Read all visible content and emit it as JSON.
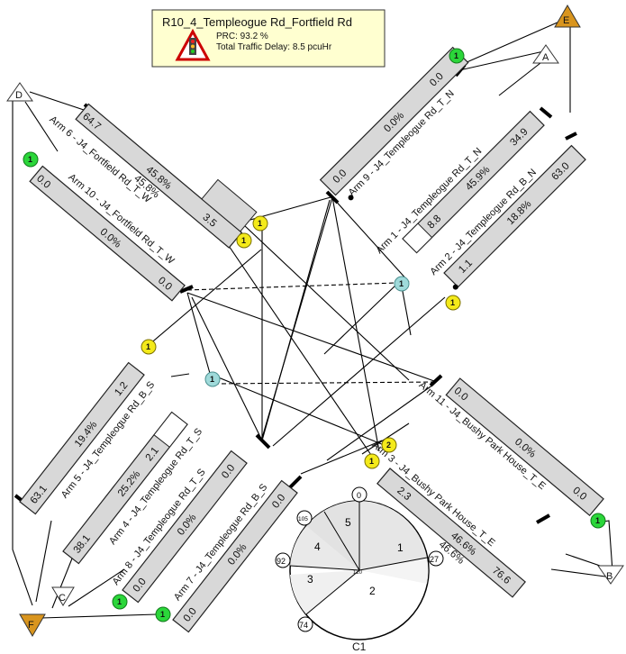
{
  "info_box": {
    "title": "R10_4_Templeogue Rd_Fortfield Rd",
    "prc": "PRC: 93.2 %",
    "delay": "Total Traffic Delay: 8.5 pcuHr"
  },
  "nodes": {
    "A": "A",
    "B": "B",
    "C": "C",
    "D": "D",
    "E": "E",
    "F": "F"
  },
  "arms": {
    "arm9": "Arm 9 - J4_Templeogue Rd_T_N",
    "arm1": "Arm 1 - J4_Templeogue Rd_T_N",
    "arm2": "Arm 2 - J4_Templeogue Rd_B_N",
    "arm6": "Arm 6 - J4_Fortfield Rd_T_W",
    "arm10": "Arm 10 - J4_Fortfield Rd_T_W",
    "arm5": "Arm 5 - J4_Templeogue Rd_B_S",
    "arm4": "Arm 4 - J4_Templeogue Rd_T_S",
    "arm8": "Arm 8 - J4_Templeogue Rd_T_S",
    "arm7": "Arm 7 - J4_Templeogue Rd_B_S",
    "arm11": "Arm 11 - J4_Bushy Park House_T_E",
    "arm3": "Arm 3 - J4_Bushy Park House_T_E"
  },
  "lanes": {
    "arm9": {
      "flow": "0.0",
      "sat": "0.0%",
      "queue": "0.0"
    },
    "arm1": {
      "flow": "34.9",
      "sat": "45.9%",
      "queue": "8.8"
    },
    "arm2": {
      "flow": "63.0",
      "sat": "18.8%",
      "queue": "1.1"
    },
    "arm6": {
      "flow": "64.7",
      "sat": "45.8%",
      "queue": "3.5"
    },
    "arm6b": {
      "sat": "45.8%"
    },
    "arm10": {
      "flow": "0.0",
      "sat": "0.0%",
      "queue": "0.0"
    },
    "arm5": {
      "flow": "63.1",
      "sat": "19.4%",
      "queue": "1.2"
    },
    "arm4": {
      "flow": "38.1",
      "sat": "25.2%",
      "queue": "2.1"
    },
    "arm8": {
      "flow": "0.0",
      "sat": "0.0%",
      "queue": "0.0"
    },
    "arm7": {
      "flow": "0.0",
      "sat": "0.0%",
      "queue": "0.0"
    },
    "arm11": {
      "flow": "0.0",
      "sat": "0.0%",
      "queue": "0.0"
    },
    "arm3": {
      "flow": "76.6",
      "sat": "46.6%",
      "sat2": "46.6%",
      "queue": "2.3"
    }
  },
  "signal_labels": {
    "one": "1",
    "two": "2"
  },
  "cycle": {
    "name": "C1",
    "centre": "120",
    "stages": [
      "1",
      "2",
      "3",
      "4",
      "5"
    ],
    "times": [
      "0",
      "27",
      "74",
      "92",
      "105"
    ]
  },
  "colors": {
    "lane_fill": "#d8d8d8",
    "signal_yellow": "#f4ea1a",
    "signal_green": "#2bd63a",
    "signal_cyan": "#9fdada",
    "node_orange": "#d9951e"
  }
}
